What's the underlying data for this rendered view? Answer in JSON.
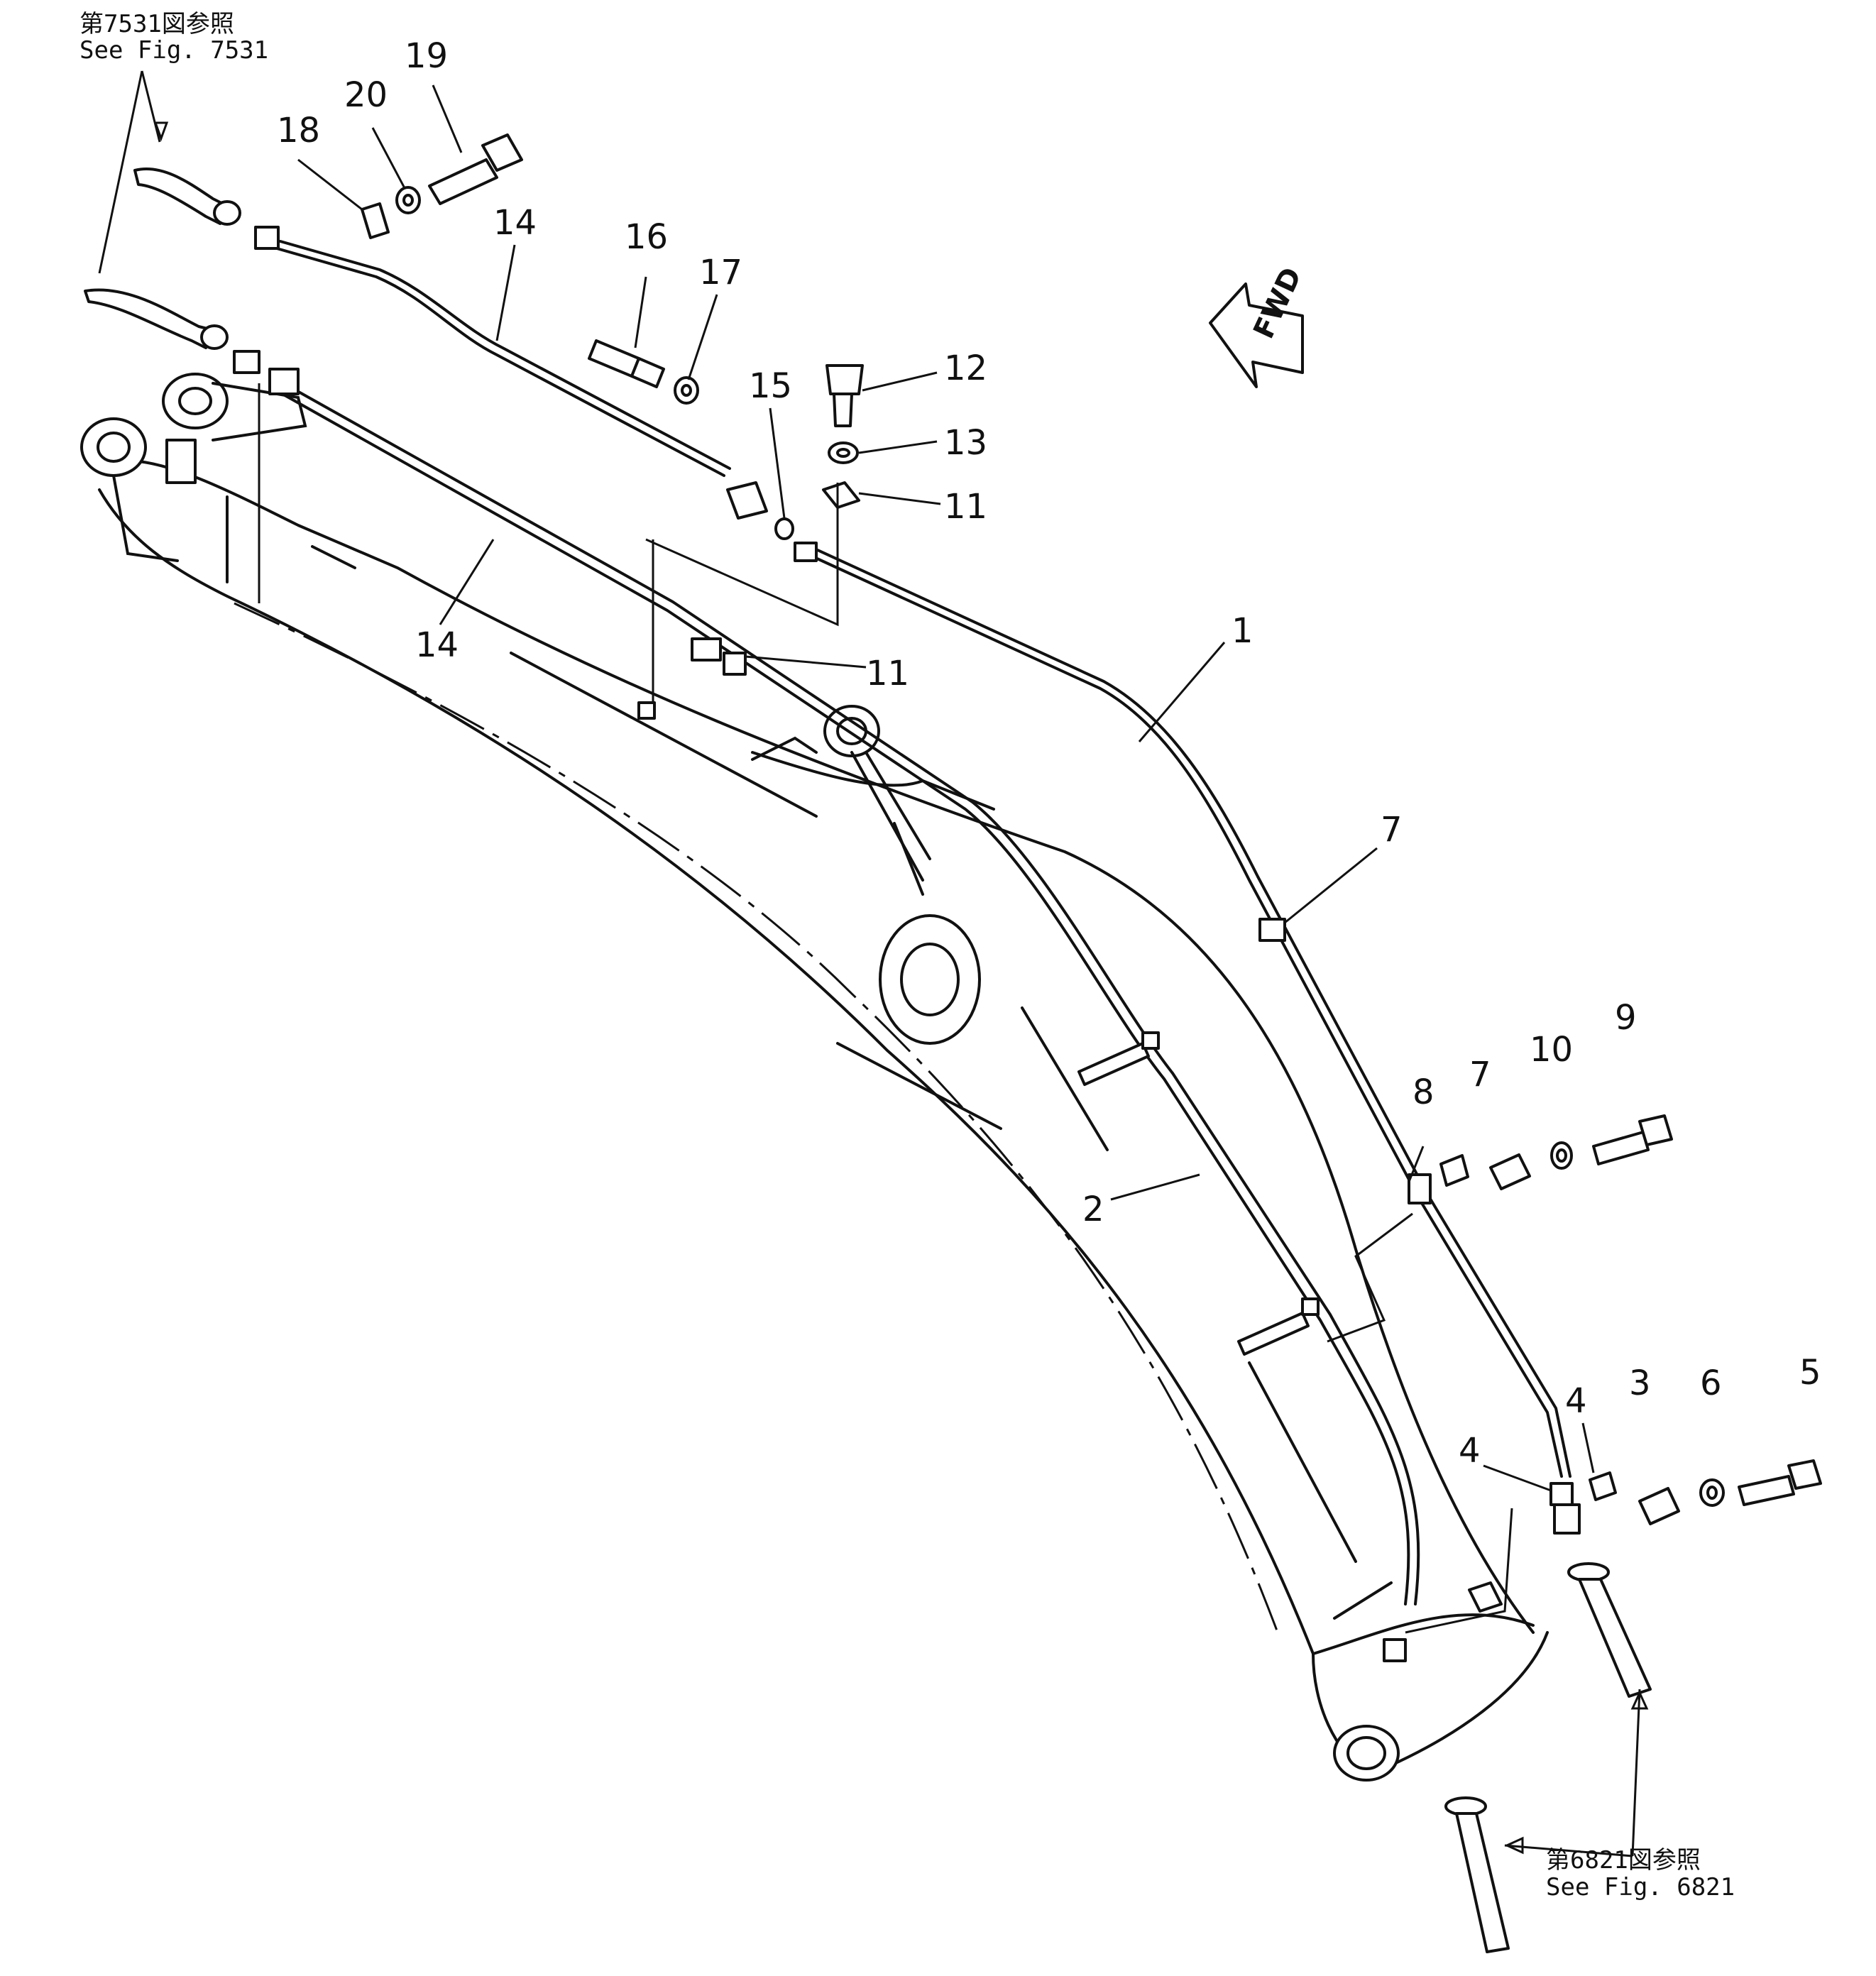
{
  "references": {
    "top_left": {
      "japanese": "第7531図参照",
      "english": "See Fig. 7531"
    },
    "bottom_right": {
      "japanese": "第6821図参照",
      "english": "See Fig. 6821"
    }
  },
  "direction_marker": {
    "label": "FWD",
    "icon": "fwd-arrow-icon"
  },
  "callouts": {
    "c1": "1",
    "c2": "2",
    "c3": "3",
    "c4a": "4",
    "c4b": "4",
    "c5": "5",
    "c6": "6",
    "c7a": "7",
    "c7b": "7",
    "c8": "8",
    "c9": "9",
    "c10": "10",
    "c11a": "11",
    "c11b": "11",
    "c12": "12",
    "c13": "13",
    "c14a": "14",
    "c14b": "14",
    "c15": "15",
    "c16": "16",
    "c17": "17",
    "c18": "18",
    "c19": "19",
    "c20": "20"
  }
}
